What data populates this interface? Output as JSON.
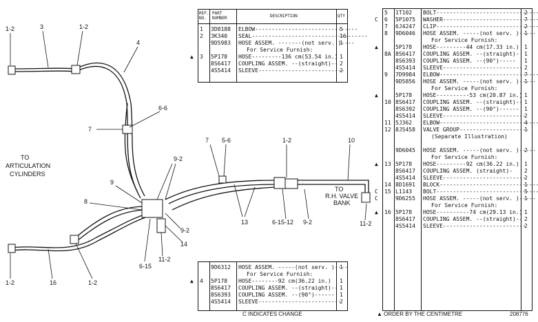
{
  "diagram": {
    "labels": {
      "l1": "1-2",
      "l2": "3",
      "l3": "1-2",
      "l4": "4",
      "l5": "6-6",
      "l6": "7",
      "l7": "5-6",
      "l8": "7",
      "l9": "1-2",
      "l10": "10",
      "l11": "9-2",
      "l12": "9",
      "l13": "8",
      "l14": "13",
      "l15": "TO",
      "l16": "R.H. VALVE",
      "l17": "BANK",
      "l18": "6-15-12",
      "l19": "9-2",
      "l20": "11-2",
      "l21": "9-2",
      "l22": "14",
      "l23": "11-2",
      "l24": "6-15",
      "l25": "1-2",
      "l26": "16",
      "l27": "1-2",
      "l28": "TO",
      "l29": "ARTICULATION",
      "l30": "CYLINDERS"
    }
  },
  "top_table": {
    "headers": {
      "ref": "REF. NO.",
      "part": "PART NUMBER",
      "desc": "DESCRIPTION",
      "qty": "QTY"
    },
    "rows": [
      {
        "mark": "",
        "ref": "1",
        "part": "3D8188",
        "desc": "ELBOW-------------------------------",
        "qty": "5"
      },
      {
        "mark": "",
        "ref": "2",
        "part": "3K340",
        "desc": "SEAL-----------------------------------",
        "qty": "16"
      },
      {
        "mark": "",
        "ref": "",
        "part": "9D5983",
        "desc": "HOSE ASSEM. -------(not serv. )----",
        "qty": "1"
      },
      {
        "mark": "",
        "ref": "",
        "part": "",
        "desc": "For Service Furnish:",
        "qty": ""
      },
      {
        "mark": "▲",
        "ref": "3",
        "part": "5P178",
        "desc": "HOSE---------136 cm(53.54 in.)",
        "qty": "1"
      },
      {
        "mark": "",
        "ref": "",
        "part": "8S6417",
        "desc": "COUPLING ASSEM. --(straight)--",
        "qty": "2"
      },
      {
        "mark": "",
        "ref": "",
        "part": "4S5414",
        "desc": "SLEEVE--------------------------",
        "qty": "2"
      }
    ]
  },
  "bottom_table": {
    "rows": [
      {
        "mark": "",
        "ref": "",
        "part": "9D6312",
        "desc": "HOSE ASSEM. -----(not serv. )----",
        "qty": "1"
      },
      {
        "mark": "",
        "ref": "",
        "part": "",
        "desc": "For Service Furnish:",
        "qty": ""
      },
      {
        "mark": "▲",
        "ref": "4",
        "part": "5P178",
        "desc": "HOSE--------92 cm(36.22 in.)",
        "qty": "1"
      },
      {
        "mark": "",
        "ref": "",
        "part": "8S6417",
        "desc": "COUPLING ASSEM. --(straight)--",
        "qty": "1"
      },
      {
        "mark": "",
        "ref": "",
        "part": "8S6393",
        "desc": "COUPLING ASSEM. --(90°)------",
        "qty": "1"
      },
      {
        "mark": "",
        "ref": "",
        "part": "4S5414",
        "desc": "SLEEVE-------------------------",
        "qty": "2"
      }
    ],
    "footnote": "C INDICATES CHANGE"
  },
  "right_table": {
    "rows": [
      {
        "mark": "",
        "ref": "5",
        "part": "1T102",
        "desc": "BOLT---------------------------------",
        "qty": "2"
      },
      {
        "mark": "C",
        "ref": "6",
        "part": "5P1075",
        "desc": "WASHER------------------------------",
        "qty": "7"
      },
      {
        "mark": "",
        "ref": "7",
        "part": "6J4247",
        "desc": "CLIP-------------------------------",
        "qty": "2"
      },
      {
        "mark": "",
        "ref": "8",
        "part": "9D6046",
        "desc": "HOSE ASSEM. -----(not serv. )-----",
        "qty": "1"
      },
      {
        "mark": "",
        "ref": "",
        "part": "",
        "desc": "For Service Furnish:",
        "qty": ""
      },
      {
        "mark": "▲",
        "ref": "",
        "part": "5P178",
        "desc": "HOSE---------44 cm(17.33 in.)",
        "qty": "1"
      },
      {
        "mark": "",
        "ref": "8A",
        "part": "8S6417",
        "desc": "COUPLING ASSEM. --(straight)-",
        "qty": "1"
      },
      {
        "mark": "",
        "ref": "",
        "part": "8S6393",
        "desc": "COUPLING ASSEM. --(90°)-----",
        "qty": "1"
      },
      {
        "mark": "",
        "ref": "",
        "part": "4S5414",
        "desc": "SLEEVE------------------------",
        "qty": "2"
      },
      {
        "mark": "",
        "ref": "9",
        "part": "7D9984",
        "desc": "ELBOW------------------------------",
        "qty": "7"
      },
      {
        "mark": "",
        "ref": "",
        "part": "9D5856",
        "desc": "HOSE ASSEM. -----(not serv. )-----",
        "qty": "1"
      },
      {
        "mark": "",
        "ref": "",
        "part": "",
        "desc": "For Service Furnish:",
        "qty": ""
      },
      {
        "mark": "▲",
        "ref": "",
        "part": "5P178",
        "desc": "HOSE----------53 cm(20.87 in.)",
        "qty": "1"
      },
      {
        "mark": "",
        "ref": "10",
        "part": "8S6417",
        "desc": "COUPLING ASSEM. --(straight)--",
        "qty": "1"
      },
      {
        "mark": "",
        "ref": "",
        "part": "8S6392",
        "desc": "COUPLING ASSEM. --(90°)------",
        "qty": "1"
      },
      {
        "mark": "",
        "ref": "",
        "part": "4S5414",
        "desc": "SLEEVE-------------------------",
        "qty": "2"
      },
      {
        "mark": "",
        "ref": "11",
        "part": "5J362",
        "desc": "ELBOW------------------------------",
        "qty": "4"
      },
      {
        "mark": "",
        "ref": "12",
        "part": "8J5458",
        "desc": "VALVE GROUP---------------------",
        "qty": "1"
      },
      {
        "mark": "",
        "ref": "",
        "part": "",
        "desc": "(Separate Illustration)",
        "qty": ""
      },
      {
        "mark": "",
        "ref": "",
        "part": "",
        "desc": "",
        "qty": ""
      },
      {
        "mark": "",
        "ref": "",
        "part": "9D6045",
        "desc": "HOSE ASSEM. -----(not serv. )-----",
        "qty": "2"
      },
      {
        "mark": "",
        "ref": "",
        "part": "",
        "desc": "For Service Furnish:",
        "qty": ""
      },
      {
        "mark": "▲",
        "ref": "13",
        "part": "5P178",
        "desc": "HOSE---------92 cm(36.22 in.)",
        "qty": "1"
      },
      {
        "mark": "",
        "ref": "",
        "part": "8S6417",
        "desc": "COUPLING ASSEM.  (straight)-",
        "qty": "2"
      },
      {
        "mark": "",
        "ref": "",
        "part": "4S5414",
        "desc": "SLEEVE-------------------------",
        "qty": "2"
      },
      {
        "mark": "",
        "ref": "14",
        "part": "8D1691",
        "desc": "BLOCK------------------------------",
        "qty": "1"
      },
      {
        "mark": "C",
        "ref": "15",
        "part": "L1143",
        "desc": "BOLT---------------------------------",
        "qty": "5"
      },
      {
        "mark": "C",
        "ref": "",
        "part": "9D6255",
        "desc": "HOSE ASSEM. -----(not serv. )-----",
        "qty": "1"
      },
      {
        "mark": "",
        "ref": "",
        "part": "",
        "desc": "For Service Furnish:",
        "qty": ""
      },
      {
        "mark": "▲",
        "ref": "16",
        "part": "5P178",
        "desc": "HOSE----------74 cm(29.13 in.)",
        "qty": "1"
      },
      {
        "mark": "",
        "ref": "",
        "part": "8S6417",
        "desc": "COUPLING ASSEM. --(straight)--",
        "qty": "2"
      },
      {
        "mark": "",
        "ref": "",
        "part": "4S5414",
        "desc": "SLEEVE-------------------------",
        "qty": "2"
      }
    ],
    "footnote": "▲ ORDER BY THE CENTIMETRE",
    "figure_number": "208776"
  }
}
